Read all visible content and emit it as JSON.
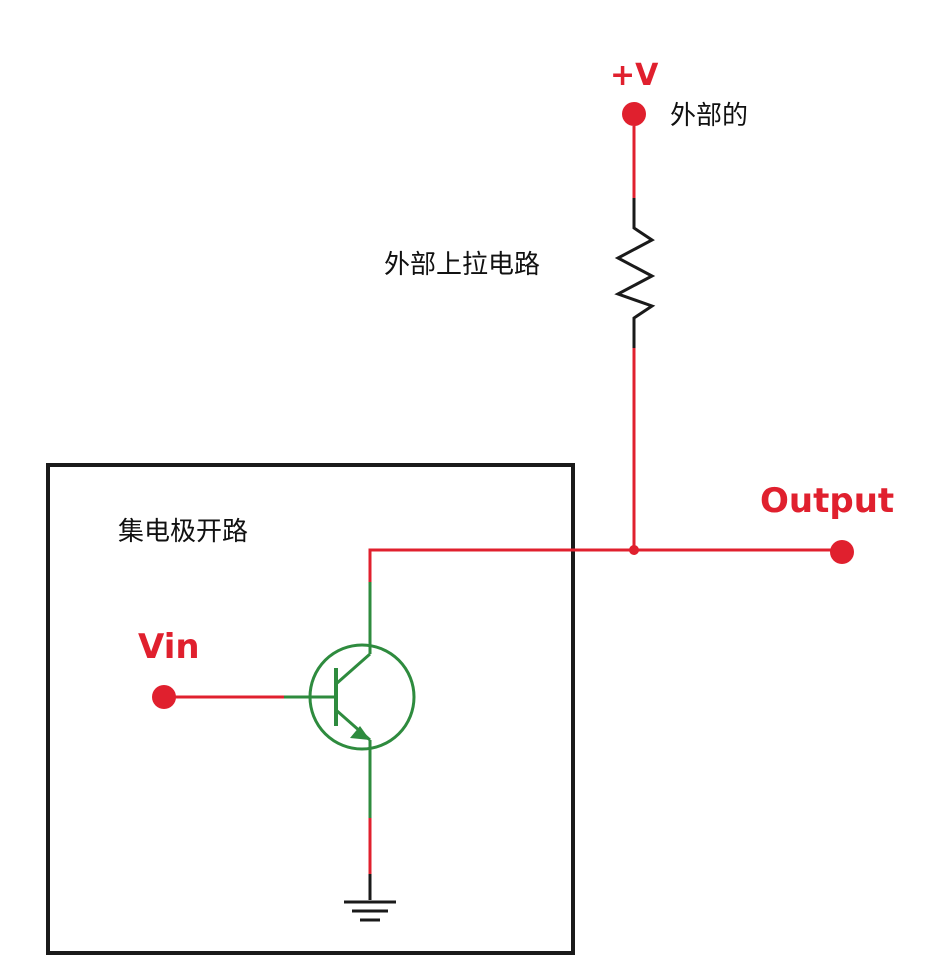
{
  "labels": {
    "supply": "+V",
    "supply_note": "外部的",
    "pullup": "外部上拉电路",
    "box_title": "集电极开路",
    "output": "Output",
    "input": "Vin"
  },
  "colors": {
    "wire_red": "#e0202e",
    "transistor_green": "#2e8b3e",
    "resistor_black": "#1a1a1a",
    "box_border": "#1a1a1a",
    "background": "#ffffff"
  }
}
